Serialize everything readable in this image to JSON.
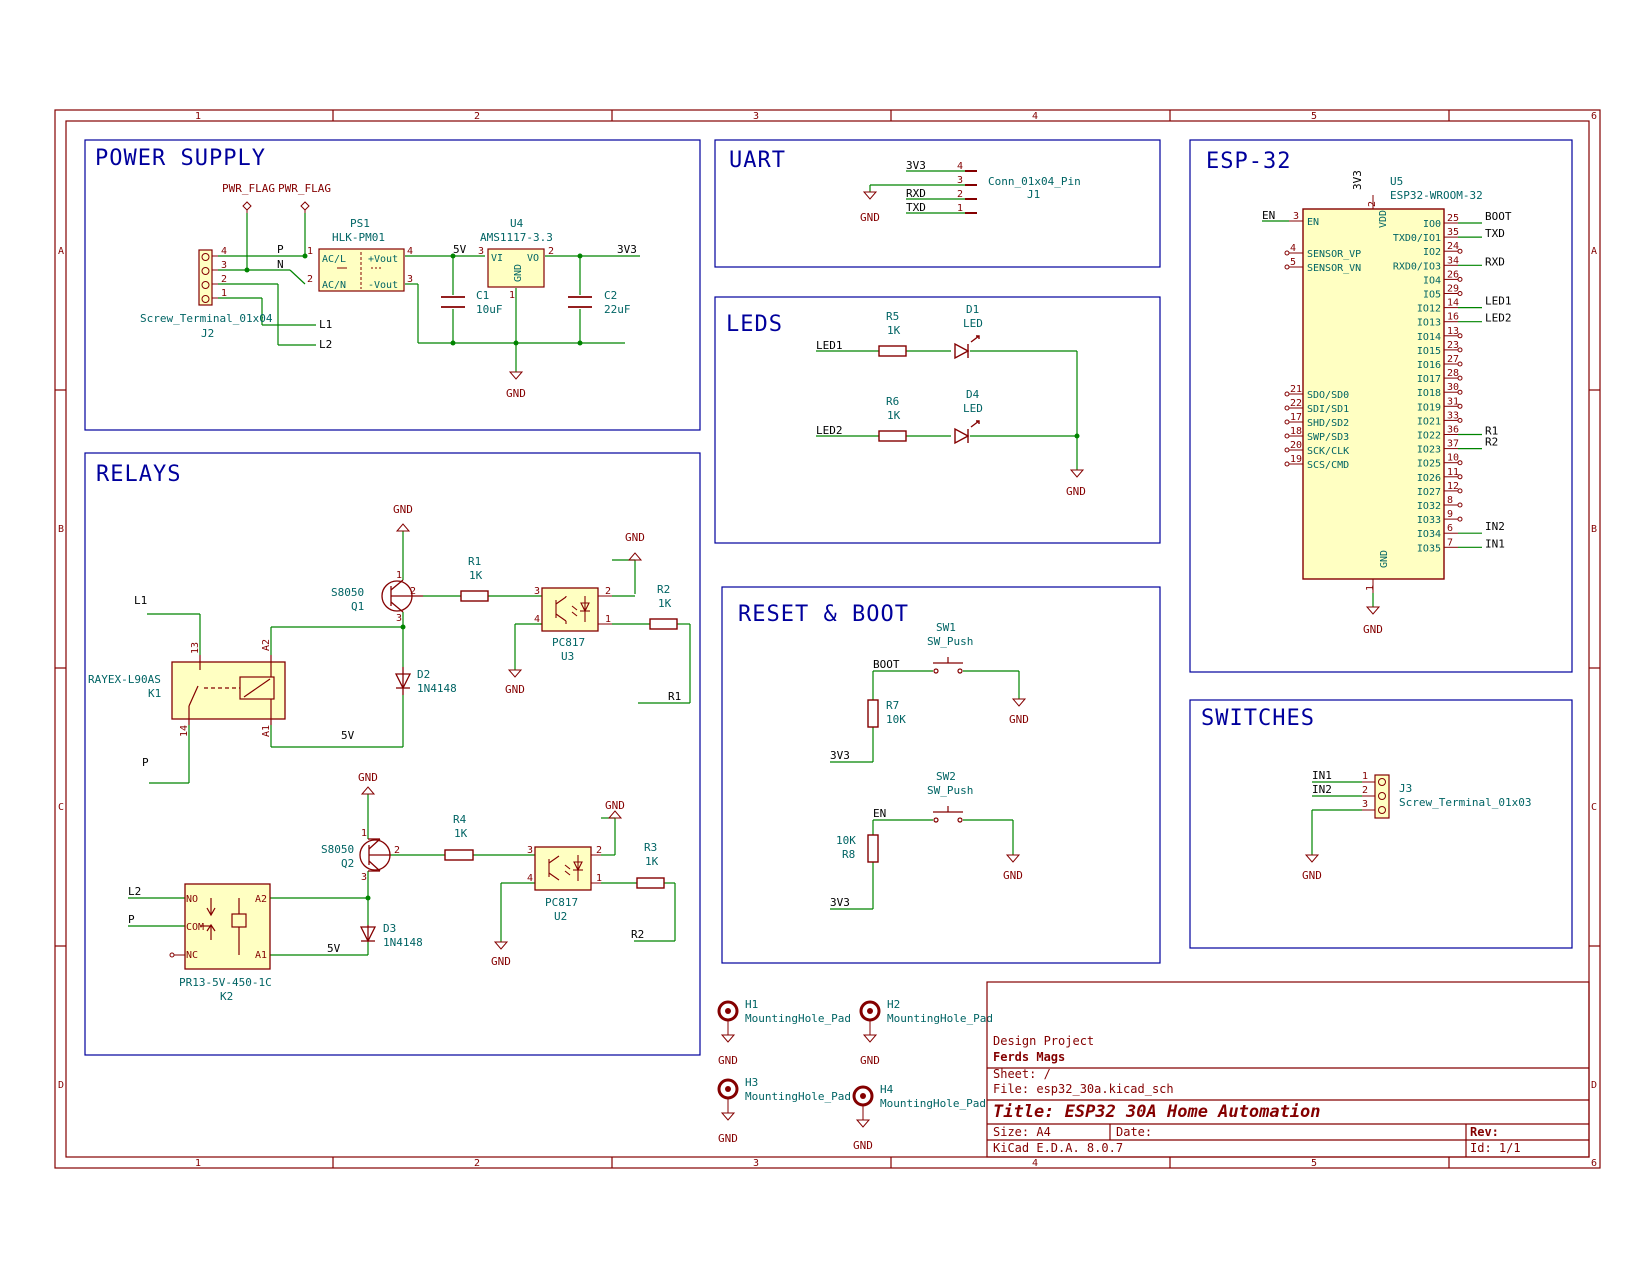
{
  "frame": {
    "cols": [
      "1",
      "2",
      "3",
      "4",
      "5",
      "6"
    ],
    "rows": [
      "A",
      "B",
      "C",
      "D"
    ]
  },
  "sections": {
    "power": "POWER SUPPLY",
    "uart": "UART",
    "esp": "ESP-32",
    "leds": "LEDS",
    "relays": "RELAYS",
    "reset": "RESET & BOOT",
    "switches": "SWITCHES"
  },
  "power": {
    "pwr_flag": "PWR_FLAG",
    "j2_ref": "J2",
    "j2_val": "Screw_Terminal_01x04",
    "j2_pins": [
      "4",
      "3",
      "2",
      "1"
    ],
    "ps1_ref": "PS1",
    "ps1_val": "HLK-PM01",
    "ps1_acl": "AC/L",
    "ps1_acn": "AC/N",
    "ps1_vp": "+Vout",
    "ps1_vn": "-Vout",
    "pin1": "1",
    "pin2": "2",
    "pin3": "3",
    "pin4": "4",
    "u4_ref": "U4",
    "u4_val": "AMS1117-3.3",
    "u4_vi": "VI",
    "u4_vo": "VO",
    "u4_gnd": "GND",
    "c1_ref": "C1",
    "c1_val": "10uF",
    "c2_ref": "C2",
    "c2_val": "22uF",
    "net_p": "P",
    "net_n": "N",
    "net_l1": "L1",
    "net_l2": "L2",
    "net_5v": "5V",
    "net_3v3": "3V3",
    "gnd": "GND"
  },
  "uart": {
    "j1_ref": "J1",
    "j1_val": "Conn_01x04_Pin",
    "nets": [
      "3V3",
      "",
      "RXD",
      "TXD"
    ],
    "pins": [
      "4",
      "3",
      "2",
      "1"
    ],
    "gnd": "GND"
  },
  "leds": {
    "r5_ref": "R5",
    "r5_val": "1K",
    "r6_ref": "R6",
    "r6_val": "1K",
    "d1_ref": "D1",
    "d1_val": "LED",
    "d4_ref": "D4",
    "d4_val": "LED",
    "led1": "LED1",
    "led2": "LED2",
    "gnd": "GND"
  },
  "esp": {
    "u5_ref": "U5",
    "u5_val": "ESP32-WROOM-32",
    "vdd": "VDD",
    "gnd_pin": "GND",
    "pwr": "3V3",
    "gnd": "GND",
    "en_net": "EN",
    "en_pin": "3",
    "en_name": "EN",
    "left_pins": [
      {
        "num": "4",
        "name": "SENSOR_VP"
      },
      {
        "num": "5",
        "name": "SENSOR_VN"
      },
      {
        "num": "21",
        "name": "SDO/SD0"
      },
      {
        "num": "22",
        "name": "SDI/SD1"
      },
      {
        "num": "17",
        "name": "SHD/SD2"
      },
      {
        "num": "18",
        "name": "SWP/SD3"
      },
      {
        "num": "20",
        "name": "SCK/CLK"
      },
      {
        "num": "19",
        "name": "SCS/CMD"
      }
    ],
    "right_pins": [
      {
        "num": "25",
        "name": "IO0",
        "net": "BOOT"
      },
      {
        "num": "35",
        "name": "TXD0/IO1",
        "net": "TXD"
      },
      {
        "num": "24",
        "name": "IO2",
        "net": ""
      },
      {
        "num": "34",
        "name": "RXD0/IO3",
        "net": "RXD"
      },
      {
        "num": "26",
        "name": "IO4",
        "net": ""
      },
      {
        "num": "29",
        "name": "IO5",
        "net": ""
      },
      {
        "num": "14",
        "name": "IO12",
        "net": "LED1"
      },
      {
        "num": "16",
        "name": "IO13",
        "net": "LED2"
      },
      {
        "num": "13",
        "name": "IO14",
        "net": ""
      },
      {
        "num": "23",
        "name": "IO15",
        "net": ""
      },
      {
        "num": "27",
        "name": "IO16",
        "net": ""
      },
      {
        "num": "28",
        "name": "IO17",
        "net": ""
      },
      {
        "num": "30",
        "name": "IO18",
        "net": ""
      },
      {
        "num": "31",
        "name": "IO19",
        "net": ""
      },
      {
        "num": "33",
        "name": "IO21",
        "net": ""
      },
      {
        "num": "36",
        "name": "IO22",
        "net": "R1"
      },
      {
        "num": "37",
        "name": "IO23",
        "net": "R2"
      },
      {
        "num": "10",
        "name": "IO25",
        "net": ""
      },
      {
        "num": "11",
        "name": "IO26",
        "net": ""
      },
      {
        "num": "12",
        "name": "IO27",
        "net": ""
      },
      {
        "num": "8",
        "name": "IO32",
        "net": ""
      },
      {
        "num": "9",
        "name": "IO33",
        "net": ""
      },
      {
        "num": "6",
        "name": "IO34",
        "net": "IN2"
      },
      {
        "num": "7",
        "name": "IO35",
        "net": "IN1"
      }
    ],
    "vdd_pin": "2",
    "gnd_pin_num": "1"
  },
  "relays": {
    "gnd": "GND",
    "q1_ref": "Q1",
    "q1_val": "S8050",
    "q2_ref": "Q2",
    "q2_val": "S8050",
    "r1_ref": "R1",
    "r1_val": "1K",
    "r2_ref": "R2",
    "r2_val": "1K",
    "r3_ref": "R3",
    "r3_val": "1K",
    "r4_ref": "R4",
    "r4_val": "1K",
    "u3_ref": "U3",
    "u3_val": "PC817",
    "u2_ref": "U2",
    "u2_val": "PC817",
    "d2_ref": "D2",
    "d2_val": "1N4148",
    "d3_ref": "D3",
    "d3_val": "1N4148",
    "k1_ref": "K1",
    "k1_val": "RAYEX-L90AS",
    "k2_ref": "K2",
    "k2_val": "PR13-5V-450-1C",
    "k1_pins": [
      "13",
      "A2",
      "14",
      "A1"
    ],
    "k2_pins": [
      "NO",
      "COM",
      "NC",
      "A2",
      "A1"
    ],
    "net_l1": "L1",
    "net_l2": "L2",
    "net_p": "P",
    "net_5v": "5V",
    "net_r1": "R1",
    "net_r2": "R2",
    "pin1": "1",
    "pin2": "2",
    "pin3": "3",
    "pin4": "4"
  },
  "reset": {
    "sw1_ref": "SW1",
    "sw1_val": "SW_Push",
    "sw2_ref": "SW2",
    "sw2_val": "SW_Push",
    "r7_ref": "R7",
    "r7_val": "10K",
    "r8_ref": "R8",
    "r8_val": "10K",
    "boot": "BOOT",
    "en": "EN",
    "v3": "3V3",
    "gnd": "GND"
  },
  "switches": {
    "j3_ref": "J3",
    "j3_val": "Screw_Terminal_01x03",
    "nets": [
      "IN1",
      "IN2",
      ""
    ],
    "pins": [
      "1",
      "2",
      "3"
    ],
    "gnd": "GND"
  },
  "holes": [
    {
      "ref": "H1",
      "val": "MountingHole_Pad"
    },
    {
      "ref": "H2",
      "val": "MountingHole_Pad"
    },
    {
      "ref": "H3",
      "val": "MountingHole_Pad"
    },
    {
      "ref": "H4",
      "val": "MountingHole_Pad"
    }
  ],
  "titleblock": {
    "company_hdr": "Design Project",
    "company": "Ferds Mags",
    "sheet": "Sheet: /",
    "file": "File: esp32_30a.kicad_sch",
    "title": "Title: ESP32 30A Home Automation",
    "size": "Size: A4",
    "date": "Date:",
    "rev": "Rev:",
    "tool": "KiCad E.D.A. 8.0.7",
    "id": "Id: 1/1"
  },
  "colors": {
    "frame": "#840000",
    "wire": "#008400",
    "section_box": "#00009c",
    "body_fill": "#ffffc2",
    "power_symbol": "#840000"
  }
}
